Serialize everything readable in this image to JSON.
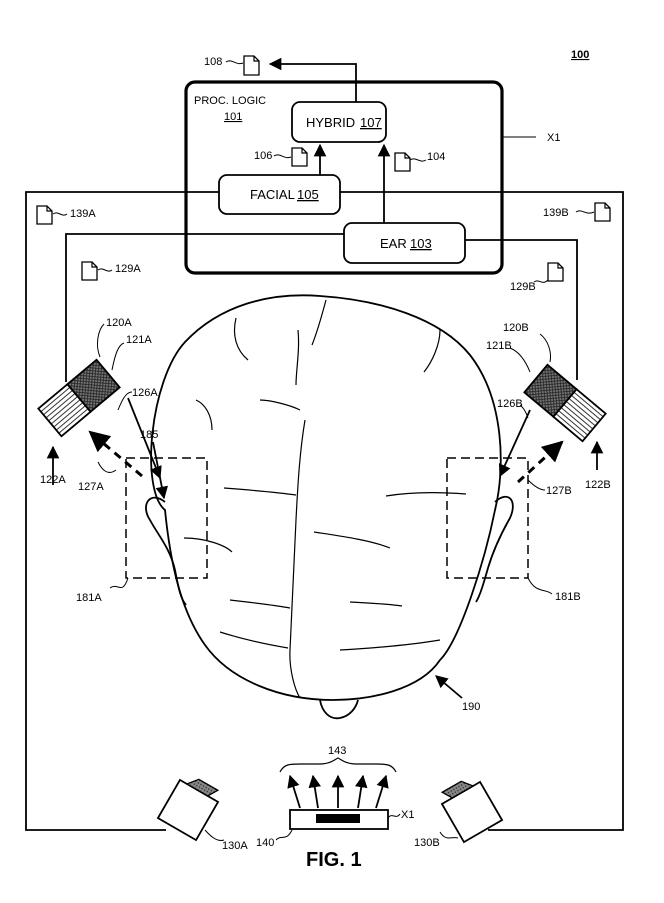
{
  "figure": {
    "number": "100",
    "caption": "FIG. 1"
  },
  "proc_logic": {
    "title": "PROC. LOGIC",
    "ref": "101",
    "outer_ref": "X1"
  },
  "boxes": {
    "hybrid": {
      "label": "HYBRID",
      "ref": "107"
    },
    "facial": {
      "label": "FACIAL",
      "ref": "105"
    },
    "ear": {
      "label": "EAR",
      "ref": "103"
    }
  },
  "refs": {
    "r108": "108",
    "r106": "106",
    "r104": "104",
    "r139A": "139A",
    "r139B": "139B",
    "r129A": "129A",
    "r129B": "129B",
    "r120A": "120A",
    "r121A": "121A",
    "r122A": "122A",
    "r126A": "126A",
    "r127A": "127A",
    "r185": "185",
    "r181A": "181A",
    "r120B": "120B",
    "r121B": "121B",
    "r122B": "122B",
    "r126B": "126B",
    "r127B": "127B",
    "r181B": "181B",
    "r190": "190",
    "r143": "143",
    "r140": "140",
    "rX1b": "X1",
    "r130A": "130A",
    "r130B": "130B"
  }
}
